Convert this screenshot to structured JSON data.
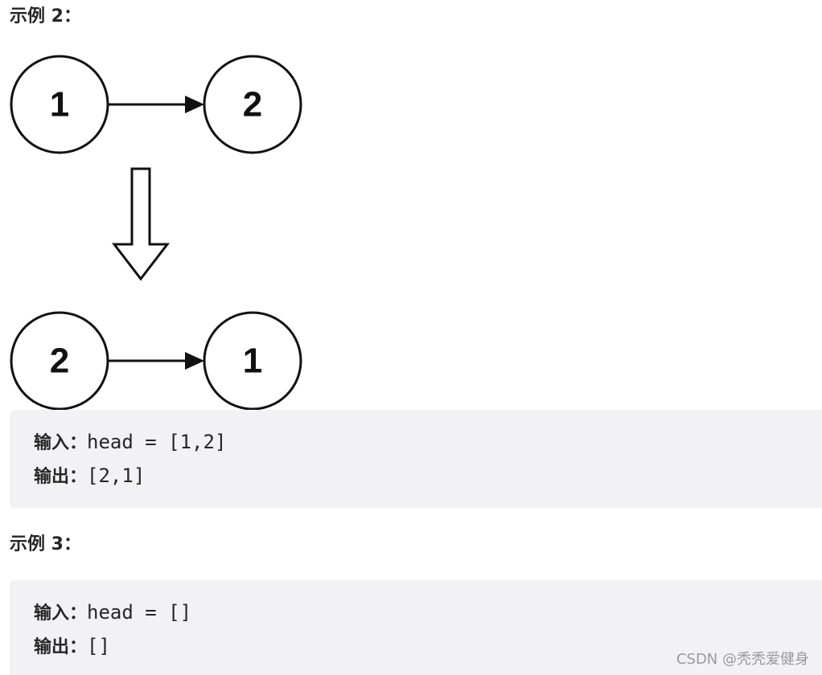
{
  "example2": {
    "heading": "示例 2：",
    "diagram": {
      "before": [
        "1",
        "2"
      ],
      "after": [
        "2",
        "1"
      ]
    },
    "input_label": "输入：",
    "input_value": "head = [1,2]",
    "output_label": "输出：",
    "output_value": "[2,1]"
  },
  "example3": {
    "heading": "示例 3：",
    "input_label": "输入：",
    "input_value": "head = []",
    "output_label": "输出：",
    "output_value": "[]"
  },
  "watermark": "CSDN @秃秃爱健身",
  "colors": {
    "code_background": "#f2f2f4",
    "text": "#262626",
    "diagram_stroke": "#111111"
  }
}
